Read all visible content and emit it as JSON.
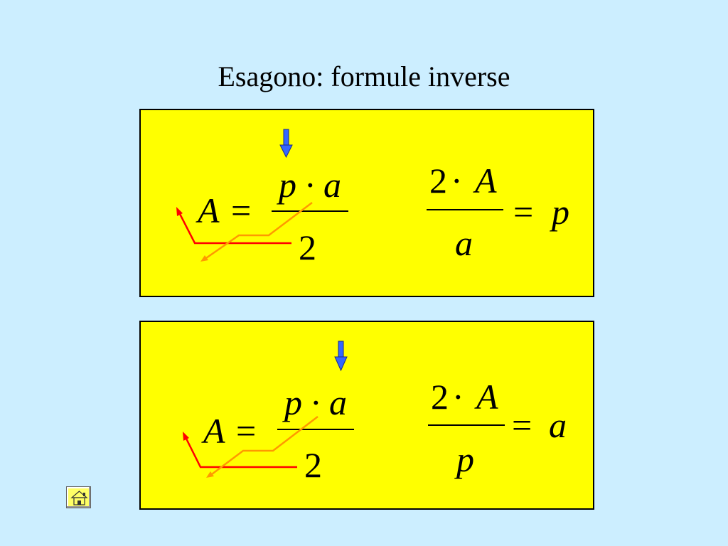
{
  "slide": {
    "title": "Esagono: formule inverse",
    "background": "#cceeff",
    "panel_color": "#ffff00"
  },
  "panels": [
    {
      "formula": {
        "lhs": "A",
        "eq": "=",
        "num_left": "p",
        "num_dot": "·",
        "num_right": "a",
        "den": "2"
      },
      "inverse": {
        "num_coef": "2",
        "num_dot": "·",
        "num_var": "A",
        "den": "a",
        "eq": "=",
        "result": "p"
      }
    },
    {
      "formula": {
        "lhs": "A",
        "eq": "=",
        "num_left": "p",
        "num_dot": "·",
        "num_right": "a",
        "den": "2"
      },
      "inverse": {
        "num_coef": "2",
        "num_dot": "·",
        "num_var": "A",
        "den": "p",
        "eq": "=",
        "result": "a"
      }
    }
  ],
  "icons": {
    "marker_arrow": "arrow-down-icon",
    "home": "home-icon"
  },
  "colors": {
    "marker_arrow": "#3366ff",
    "red_path": "#ff0000",
    "orange_path": "#ff9900"
  }
}
